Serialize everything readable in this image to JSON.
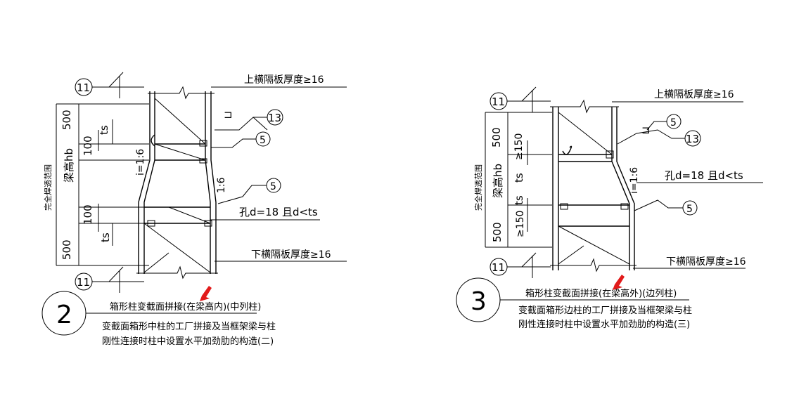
{
  "left": {
    "number": "2",
    "title": "箱形柱变截面拼接(在梁高内)(中列柱)",
    "desc1": "变截面箱形中柱的工厂拼接及当框架梁与柱",
    "desc2": "刚性连接时柱中设置水平加劲肋的构造(二)",
    "upper_plate": "上横隔板厚度≥16",
    "lower_plate": "下横隔板厚度≥16",
    "hole": "孔d=18 且d<ts",
    "weld11": "11",
    "weld13": "13",
    "weld5": "5",
    "slope": "1:6",
    "slope_i": "i=1:6",
    "dim500": "500",
    "dim100": "100",
    "ts": "ts",
    "beam_height": "梁高hb",
    "weld_zone": "完全焊透范围",
    "weld_symbol": "⊐"
  },
  "right": {
    "number": "3",
    "title": "箱形柱变截面拼接(在梁高外)(边列柱)",
    "desc1": "变截面箱形边柱的工厂拼接及当框架梁与柱",
    "desc2": "刚性连接时柱中设置水平加劲肋的构造(三)",
    "upper_plate": "上横隔板厚度≥16",
    "lower_plate": "下横隔板厚度≥16",
    "hole": "孔d=18 且d<ts",
    "weld11": "11",
    "weld13": "13",
    "weld5": "5",
    "slope": "i=1:6",
    "dim500": "500",
    "dim150": "≥150",
    "ts": "ts",
    "beam_height": "梁高hb",
    "weld_zone": "完全焊透范围",
    "weld_symbol": "⊐"
  },
  "colors": {
    "line": "#000000",
    "arrow": "#e21b1b"
  }
}
